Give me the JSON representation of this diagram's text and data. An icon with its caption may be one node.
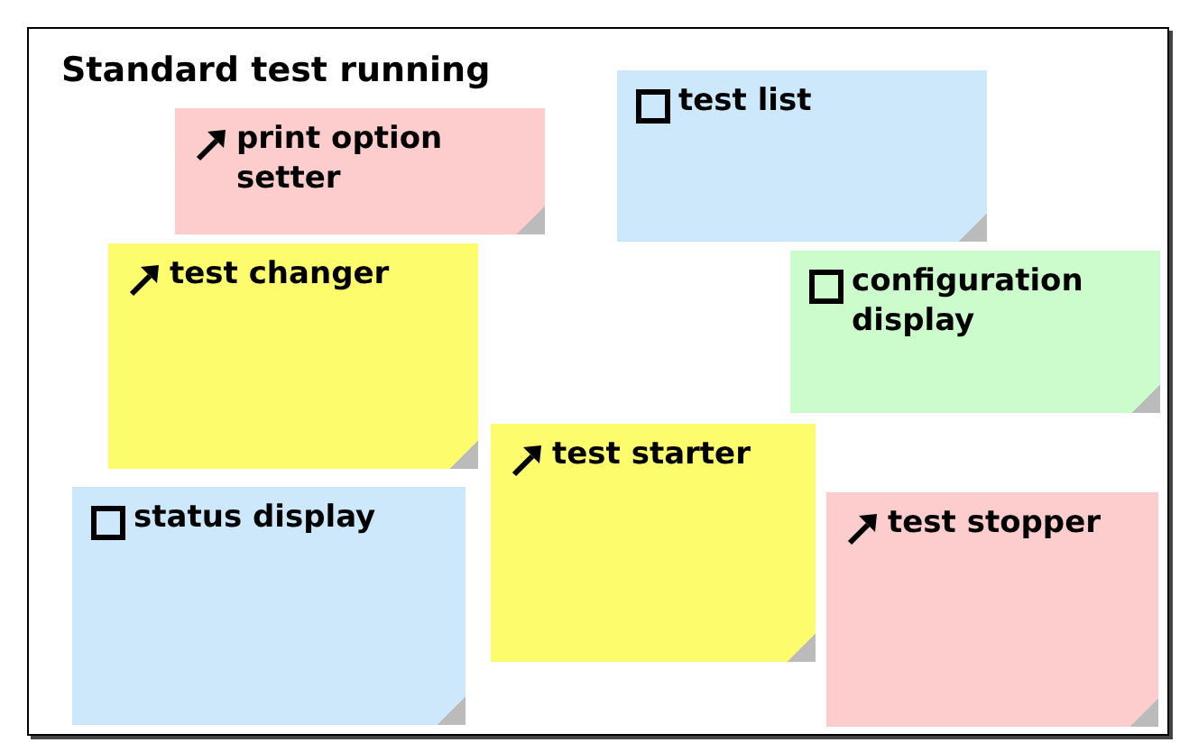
{
  "diagram": {
    "title": "Standard test running",
    "nodes": [
      {
        "text": [
          "test list"
        ]
      },
      {
        "text": [
          "print option setter"
        ]
      },
      {
        "text": [
          "configuration display"
        ]
      },
      {
        "text": [
          "test changer"
        ]
      },
      {
        "text": [
          "test starter"
        ]
      },
      {
        "text": [
          "status display"
        ]
      },
      {
        "text": [
          "test stopper"
        ]
      }
    ]
  }
}
